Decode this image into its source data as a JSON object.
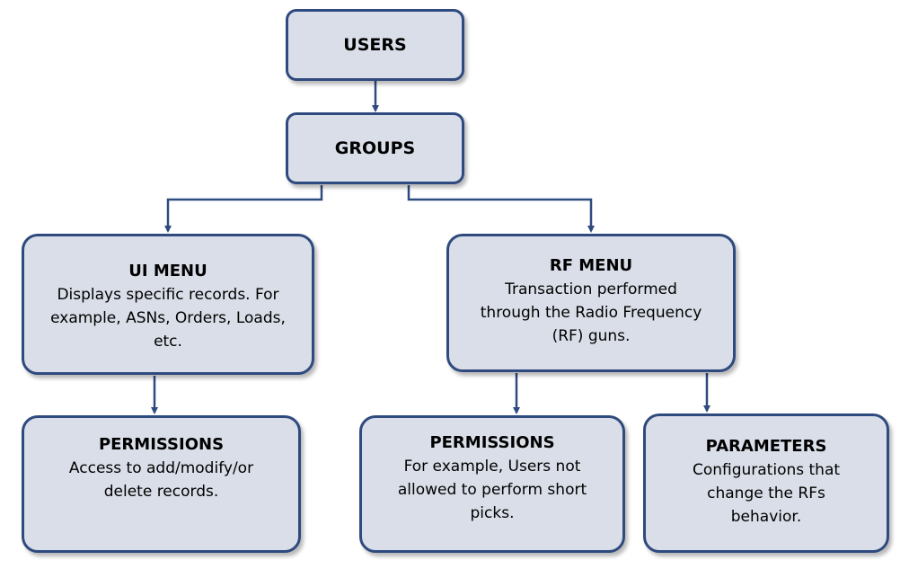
{
  "nodes": {
    "users": {
      "title": "USERS"
    },
    "groups": {
      "title": "GROUPS"
    },
    "ui_menu": {
      "title": "UI MENU",
      "lines": [
        "Displays specific records. For",
        "example, ASNs, Orders, Loads,",
        "etc."
      ]
    },
    "rf_menu": {
      "title": "RF MENU",
      "lines": [
        "Transaction performed",
        "through the Radio Frequency",
        "(RF) guns."
      ]
    },
    "ui_permissions": {
      "title": "PERMISSIONS",
      "lines": [
        "Access to add/modify/or",
        "delete records."
      ]
    },
    "rf_permissions": {
      "title": "PERMISSIONS",
      "lines": [
        "For example, Users not",
        "allowed to perform short",
        "picks."
      ]
    },
    "rf_parameters": {
      "title": "PARAMETERS",
      "lines": [
        "Configurations that",
        "change the RFs",
        "behavior."
      ]
    }
  },
  "colors": {
    "box_fill": "#d9dee8",
    "box_border": "#2f4a7e",
    "connector": "#2f4a7e"
  }
}
